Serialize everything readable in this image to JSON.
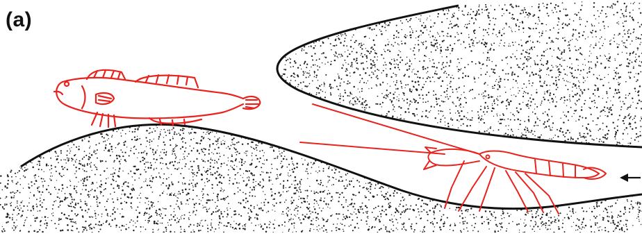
{
  "panel_label": "(a)",
  "colors": {
    "animal_stroke": "#e8231e",
    "sediment_stroke": "#111111",
    "sediment_stipple": "#222222",
    "arrow": "#111111",
    "background": "#ffffff"
  },
  "figure": {
    "elements": [
      {
        "name": "upper-burrow-mass",
        "kind": "stippled-sediment"
      },
      {
        "name": "lower-sediment-mound",
        "kind": "stippled-sediment"
      },
      {
        "name": "goby-fish",
        "kind": "red-line-drawing"
      },
      {
        "name": "shrimp",
        "kind": "red-line-drawing"
      },
      {
        "name": "burrow-entrance-arrow",
        "kind": "arrow",
        "points": "left"
      }
    ]
  }
}
